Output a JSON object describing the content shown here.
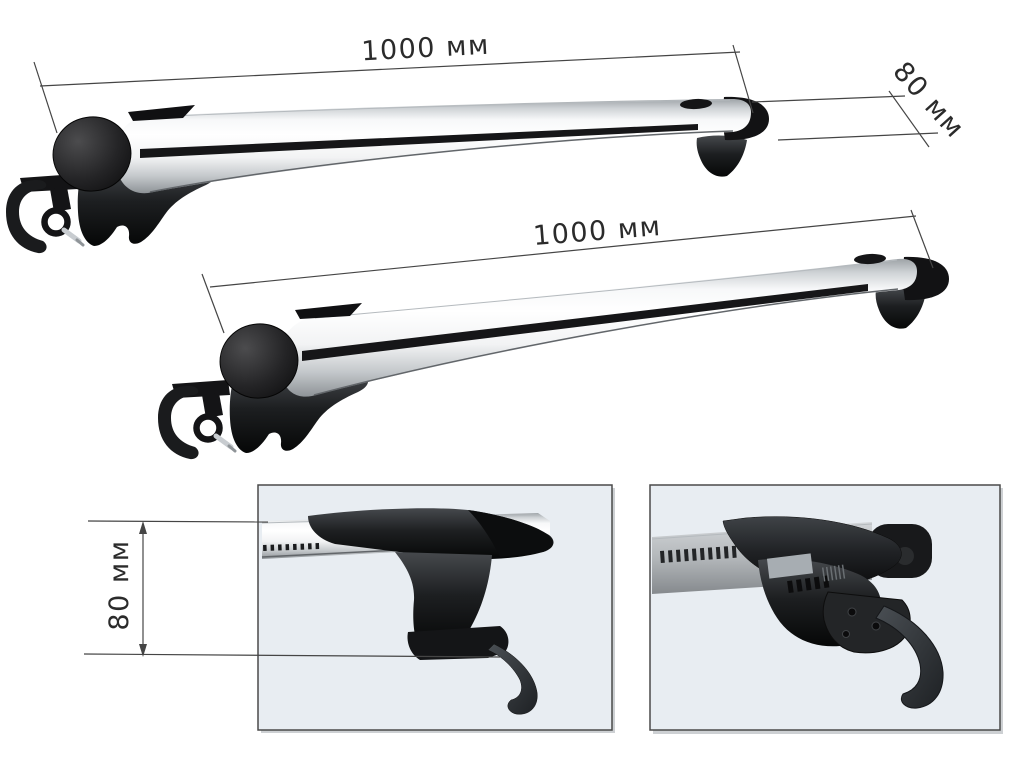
{
  "dimensions": {
    "top_bar_length": "1000 мм",
    "top_bar_width": "80 мм",
    "bottom_bar_length": "1000 мм",
    "mount_height": "80 мм"
  },
  "colors": {
    "background": "#ffffff",
    "label_text": "#2b2b2b",
    "dimension_line": "#454545",
    "inset_background": "#e8edf2",
    "inset_border": "#4a4a4a",
    "aluminum_light": "#ffffff",
    "aluminum_dark": "#8e9397",
    "plastic_black": "#161616"
  }
}
